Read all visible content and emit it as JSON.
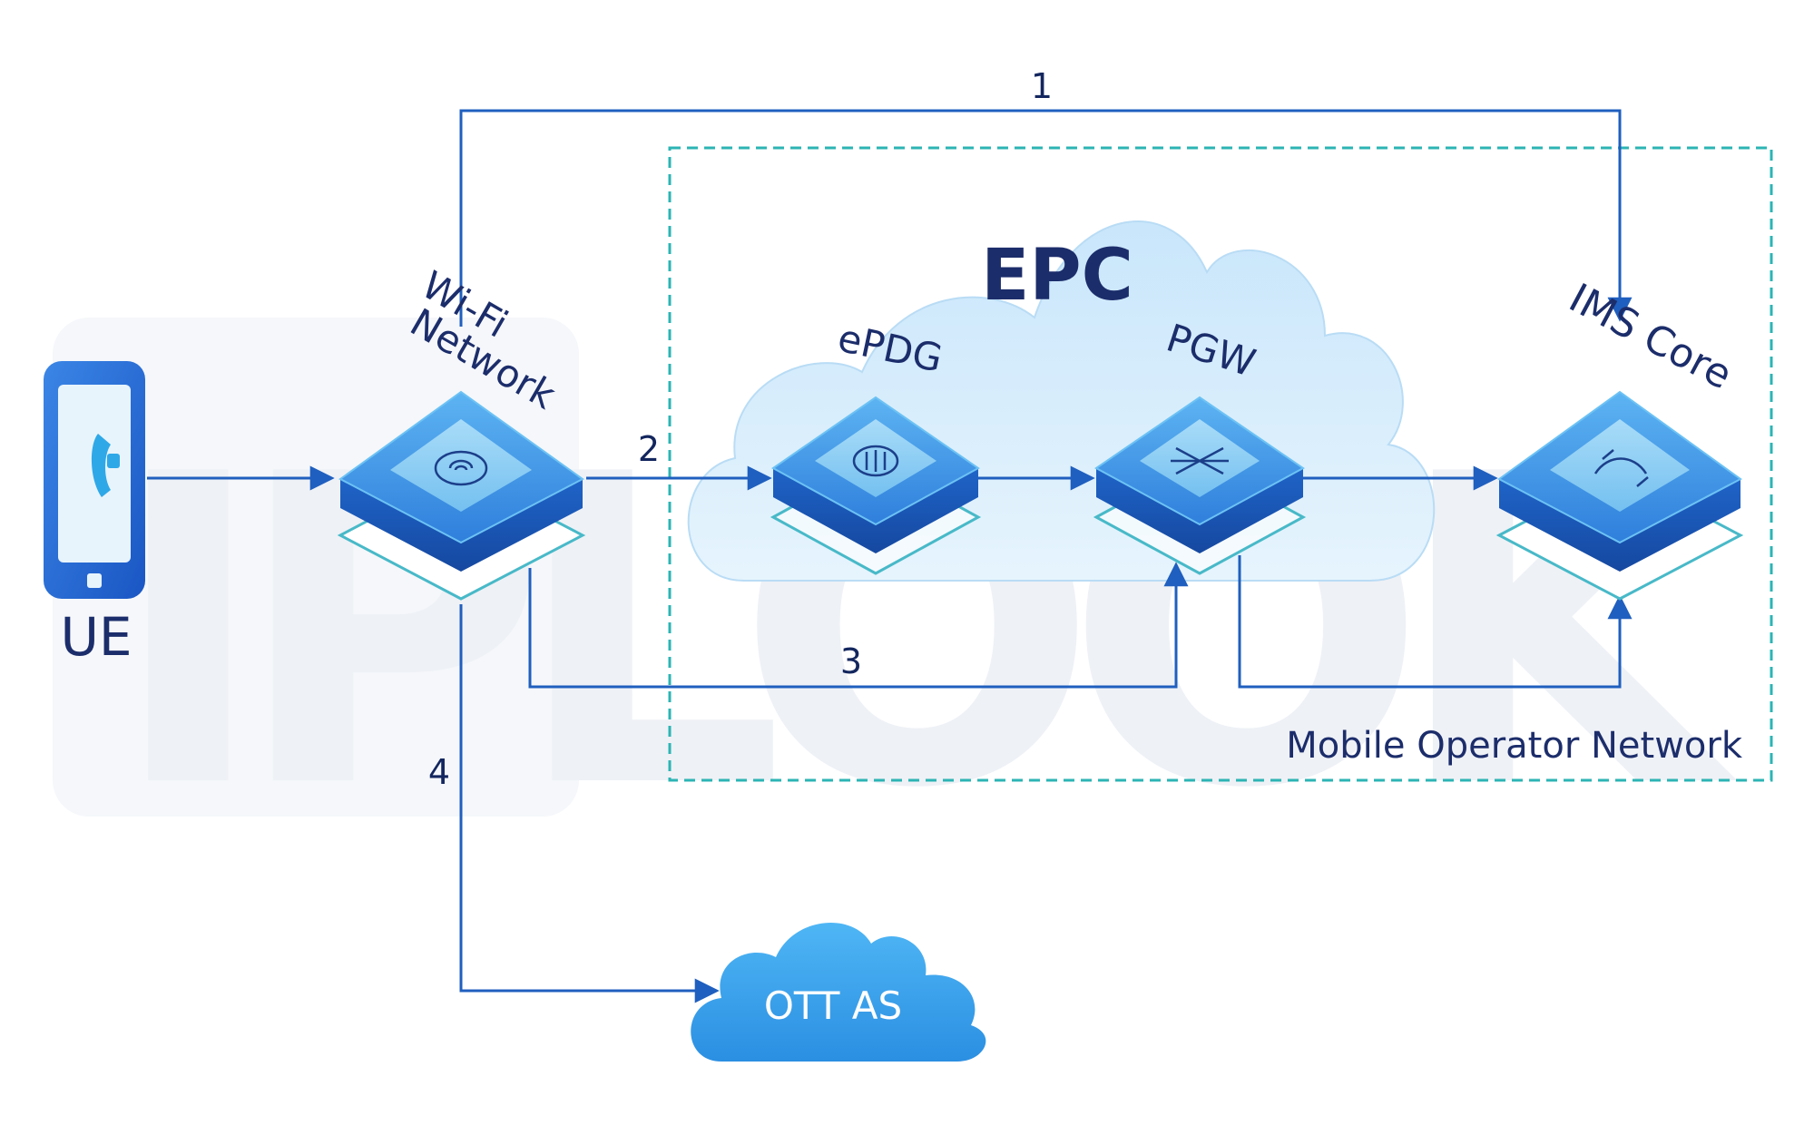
{
  "watermark": "IPLOOK",
  "labels": {
    "ue": "UE",
    "wifi_line1": "Wi-Fi",
    "wifi_line2": "Network",
    "epc": "EPC",
    "epdg": "ePDG",
    "pgw": "PGW",
    "ims": "IMS Core",
    "mobile_operator": "Mobile Operator Network",
    "ott": "OTT AS"
  },
  "path_numbers": {
    "p1": "1",
    "p2": "2",
    "p3": "3",
    "p4": "4"
  },
  "icons": {
    "ue": "phone-handset-icon",
    "wifi": "wifi-icon",
    "epdg": "sliders-icon",
    "pgw": "cross-arrows-icon",
    "ims": "phone-wave-icon"
  },
  "colors": {
    "line": "#1f5fbf",
    "boundary": "#2cb4b4",
    "label": "#1c2d6b",
    "cloud": "#d6ecfa",
    "ott_cloud": "#3aa7f0"
  }
}
